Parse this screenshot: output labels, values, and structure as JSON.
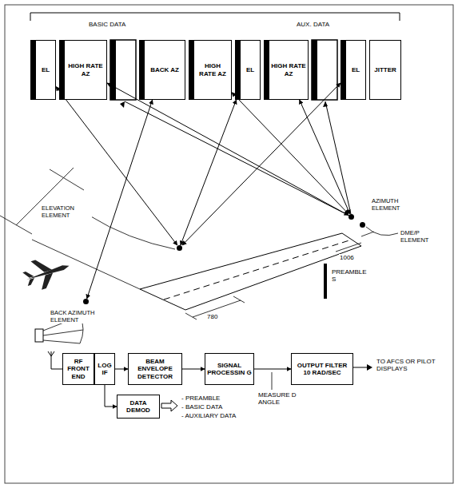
{
  "diagram": {
    "nodes": [
      {
        "text": [
          "EL"
        ]
      },
      {
        "text": [
          "HIGH RATE AZ"
        ]
      },
      {
        "text": [
          "BACK AZ"
        ]
      },
      {
        "text": [
          "HIGH RATE AZ"
        ]
      },
      {
        "text": [
          "EL"
        ]
      },
      {
        "text": [
          "HIGH RATE AZ"
        ]
      },
      {
        "text": [
          "EL"
        ]
      },
      {
        "text": [
          "JITTER"
        ]
      },
      {
        "text": [
          "ELEVATION ELEMENT"
        ]
      },
      {
        "text": [
          "AZIMUTH ELEMENT"
        ]
      },
      {
        "text": [
          "DME/P ELEMENT"
        ]
      },
      {
        "text": [
          "BACK AZIMUTH ELEMENT"
        ]
      },
      {
        "text": [
          "RF FRONT END"
        ]
      },
      {
        "text": [
          "LOG IF"
        ]
      },
      {
        "text": [
          "BEAM ENVELOPE DETECTOR"
        ]
      },
      {
        "text": [
          "SIGNAL PROCESSIN G"
        ]
      },
      {
        "text": [
          "OUTPUT FILTER 10 RAD/SEC"
        ]
      },
      {
        "text": [
          "DATA DEMOD"
        ]
      }
    ],
    "edges": [
      {
        "from": 8,
        "to": 0,
        "arrow": "both"
      },
      {
        "from": 8,
        "to": 4,
        "arrow": "both"
      },
      {
        "from": 8,
        "to": 6,
        "arrow": "both"
      },
      {
        "from": 9,
        "to": 1,
        "arrow": "both"
      },
      {
        "from": 9,
        "to": 3,
        "arrow": "both"
      },
      {
        "from": 9,
        "to": 5,
        "arrow": "both"
      },
      {
        "from": 11,
        "to": 2,
        "arrow": "both"
      },
      {
        "from": 13,
        "to": 14,
        "arrow": "to"
      },
      {
        "from": 14,
        "to": 15,
        "arrow": "to"
      },
      {
        "from": 15,
        "to": 16,
        "arrow": "to"
      },
      {
        "from": 13,
        "to": 17,
        "arrow": "to"
      }
    ],
    "labels": [
      "BASIC DATA",
      "AUX. DATA",
      "780",
      "1006",
      "PREAMBLE S",
      "- PREAMBLE",
      "- BASIC DATA",
      "- AUXILIARY DATA",
      "MEASURE D ANGLE",
      "TO AFCS OR PILOT DISPLAYS"
    ]
  }
}
